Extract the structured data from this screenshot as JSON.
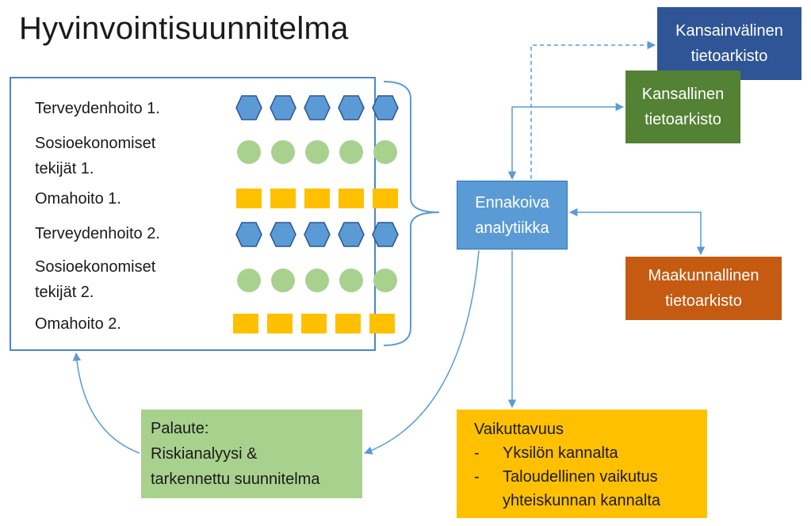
{
  "title": "Hyvinvointisuunnitelma",
  "colors": {
    "hexagon": "#5b9bd5",
    "hexagon_stroke": "#2f5597",
    "circle": "#a9d18e",
    "square": "#ffc000",
    "connector": "#5b9bd5"
  },
  "plan": {
    "rows": [
      {
        "label": "Terveydenhoito 1.",
        "shape": "hexagon",
        "count": 5
      },
      {
        "label": "Sosioekonomiset\ntekijät 1.",
        "shape": "circle",
        "count": 5
      },
      {
        "label": "Omahoito 1.",
        "shape": "square",
        "count": 5
      },
      {
        "label": "Terveydenhoito 2.",
        "shape": "hexagon",
        "count": 5
      },
      {
        "label": "Sosioekonomiset\ntekijät 2.",
        "shape": "circle",
        "count": 5
      },
      {
        "label": "Omahoito 2.",
        "shape": "square",
        "count": 5
      }
    ]
  },
  "boxes": {
    "kansainvalinen": "Kansainvälinen\ntietoarkisto",
    "kansallinen": "Kansallinen\ntietoarkisto",
    "ennakoiva": "Ennakoiva\nanalytiikka",
    "maakunnallinen": "Maakunnallinen\ntietoarkisto",
    "palaute": "Palaute:\nRiskianalyysi &\ntarkennettu suunnitelma"
  },
  "vaikuttavuus": {
    "heading": "Vaikuttavuus",
    "items": [
      {
        "dash": "-",
        "text": "Yksilön kannalta"
      },
      {
        "dash": "-",
        "text": "Taloudellinen vaikutus\nyhteiskunnan kannalta"
      }
    ]
  }
}
